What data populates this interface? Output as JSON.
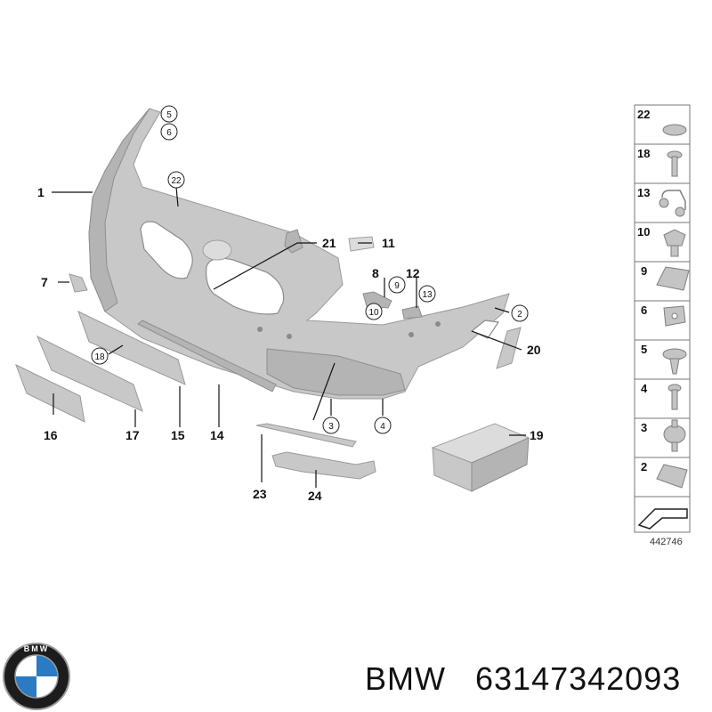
{
  "diagram": {
    "callouts": {
      "c1": "1",
      "c2": "2",
      "c3": "3",
      "c4": "4",
      "c5": "5",
      "c6": "6",
      "c7": "7",
      "c8": "8",
      "c9": "9",
      "c10": "10",
      "c11": "11",
      "c12": "12",
      "c13": "13",
      "c14": "14",
      "c15": "15",
      "c16": "16",
      "c17": "17",
      "c18": "18",
      "c19": "19",
      "c20": "20",
      "c21": "21",
      "c22": "22",
      "c23": "23",
      "c24": "24"
    },
    "fastener_panel": {
      "items": [
        "22",
        "18",
        "13",
        "10",
        "9",
        "6",
        "5",
        "4",
        "3",
        "2"
      ],
      "drawing_number": "442746"
    }
  },
  "footer": {
    "brand": "BMW",
    "part_number": "63147342093",
    "logo_text": "BMW"
  }
}
